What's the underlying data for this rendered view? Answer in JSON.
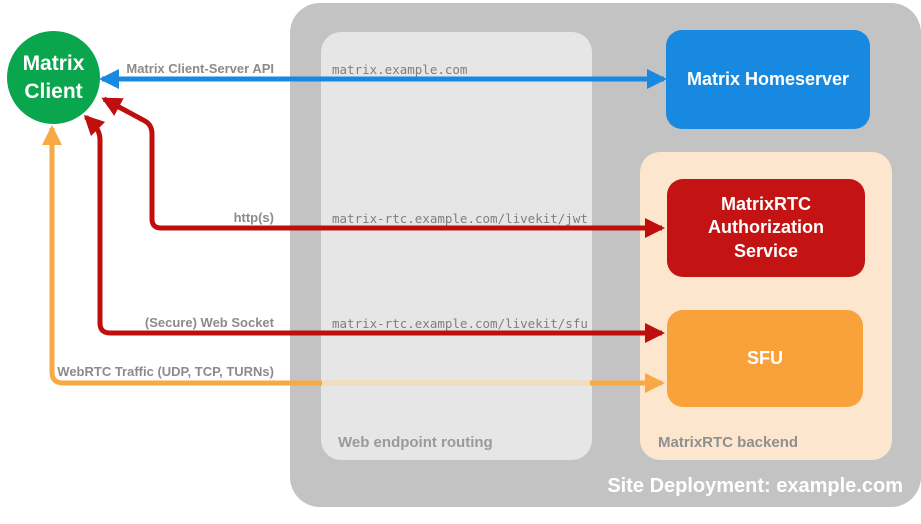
{
  "colors": {
    "client_green": "#0aa64d",
    "homeserver_blue": "#1789e0",
    "service_red": "#c31313",
    "sfu_orange": "#f9a23c",
    "backend_peach": "#fce7ce",
    "site_gray": "#c3c3c3",
    "routing_gray": "#e6e6e6",
    "arrow_blue": "#1789e0",
    "arrow_red": "#c00d0d",
    "arrow_orange": "#f8a845",
    "arrow_orange_faded": "#f1dec0",
    "label_gray": "#8b8b8b",
    "mono_gray": "#7f7f7f",
    "routing_label_gray": "#9a9a9a",
    "backend_label_gray": "#8f8f8f",
    "text_white": "#ffffff"
  },
  "nodes": {
    "client": {
      "label": "Matrix Client"
    },
    "homeserver": {
      "label": "Matrix Homeserver"
    },
    "auth": {
      "label": "MatrixRTC Authorization Service"
    },
    "sfu": {
      "label": "SFU"
    }
  },
  "containers": {
    "site": {
      "label": "Site Deployment: example.com"
    },
    "routing": {
      "label": "Web endpoint routing"
    },
    "backend": {
      "label": "MatrixRTC backend"
    }
  },
  "endpoints": [
    "matrix.example.com",
    "matrix-rtc.example.com/livekit/jwt",
    "matrix-rtc.example.com/livekit/sfu"
  ],
  "connections": [
    {
      "label": "Matrix Client-Server API",
      "from": "Matrix Client",
      "to": "Matrix Homeserver",
      "color": "#1789e0",
      "bidirectional": true
    },
    {
      "label": "http(s)",
      "from": "Matrix Client",
      "to": "MatrixRTC Authorization Service",
      "color": "#c00d0d",
      "bidirectional": true
    },
    {
      "label": "(Secure) Web Socket",
      "from": "Matrix Client",
      "to": "SFU",
      "color": "#c00d0d",
      "bidirectional": true
    },
    {
      "label": "WebRTC Traffic (UDP, TCP, TURNs)",
      "from": "Matrix Client",
      "to": "SFU",
      "color": "#f8a845",
      "bidirectional": true
    }
  ]
}
